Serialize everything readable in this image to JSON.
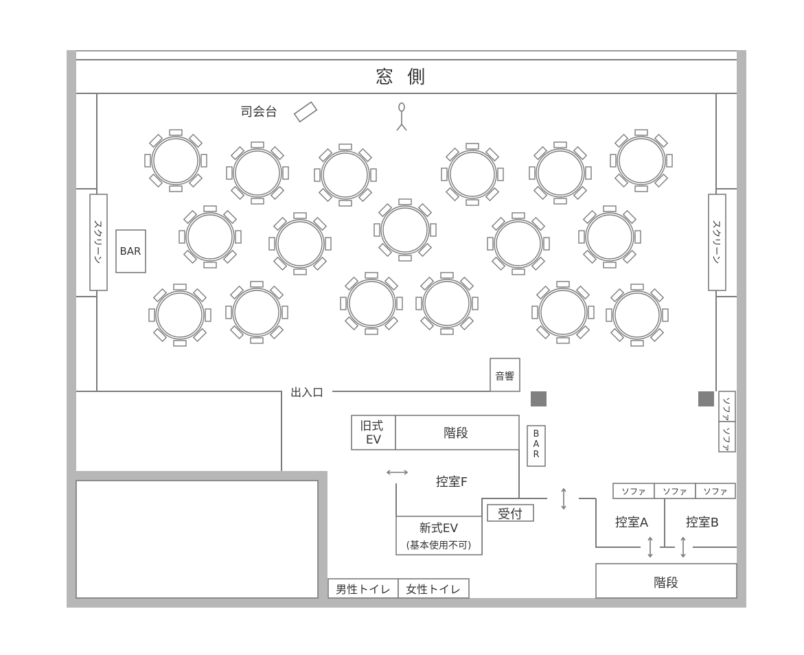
{
  "colors": {
    "wall": "#b7b7b7",
    "line": "#7a7a7a",
    "text": "#333333",
    "pillar": "#808080"
  },
  "labels": {
    "window": "窓 側",
    "podium": "司会台",
    "screen_left": "スクリーン",
    "screen_right": "スクリーン",
    "bar_left": "BAR",
    "sound": "音響",
    "entrance": "出入口",
    "old_ev": "旧式EV",
    "stairs_center": "階段",
    "bar_vertical": "BAR",
    "waiting_f": "控室F",
    "reception": "受付",
    "new_ev": "新式EV",
    "new_ev_note": "(基本使用不可)",
    "toilet_men": "男性トイレ",
    "toilet_women": "女性トイレ",
    "sofa": "ソファ",
    "waiting_a": "控室A",
    "waiting_b": "控室B",
    "stairs_right": "階段"
  },
  "icons": [
    "round-table-icon",
    "person-icon",
    "podium-icon",
    "pillar-icon",
    "double-arrow-icon"
  ],
  "table_count": 17
}
